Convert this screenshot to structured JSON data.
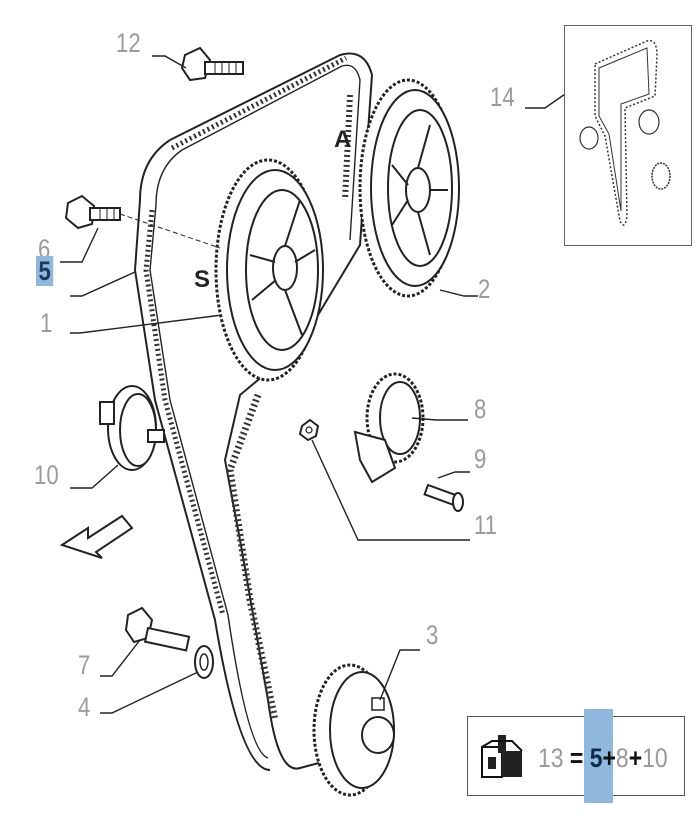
{
  "callouts": {
    "c12": "12",
    "c14": "14",
    "c6": "6",
    "c5": "5",
    "c1": "1",
    "c2": "2",
    "c8": "8",
    "c9": "9",
    "c10": "10",
    "c11": "11",
    "c3": "3",
    "c7": "7",
    "c4": "4"
  },
  "letters": {
    "a": "A",
    "s": "S"
  },
  "kit": {
    "num13": "13",
    "equals": "=",
    "num5": "5",
    "plus1": "+",
    "num8": "8",
    "plus2": "+",
    "num10": "10"
  },
  "colors": {
    "highlight": "#8fb8dc",
    "label": "#9a9a9a",
    "line": "#222222"
  },
  "icons": {
    "kit": "parts-kit-icon"
  }
}
